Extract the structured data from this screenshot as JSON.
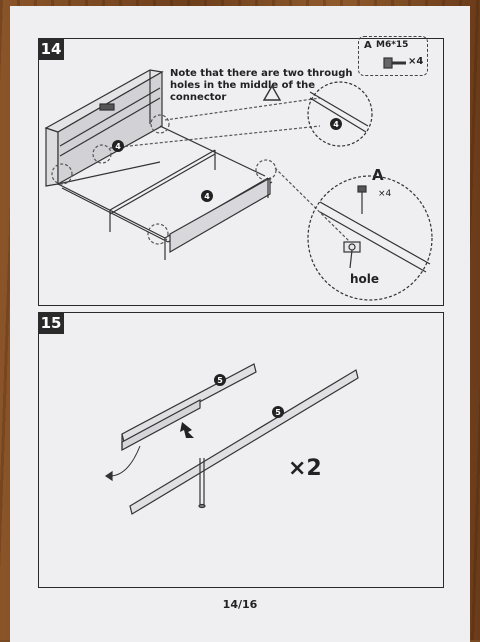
{
  "steps": [
    {
      "number": "14",
      "note": "Note that there are two through holes in the middle of the connector",
      "parts": {
        "letter": "A",
        "code": "M6*15",
        "qty": "×4"
      },
      "callout_number": "4",
      "detail": {
        "letter": "A",
        "qty": "×4",
        "hole_label": "hole"
      }
    },
    {
      "number": "15",
      "callout_number": "5",
      "multiplier": "×2"
    }
  ],
  "page_number": "14/16"
}
